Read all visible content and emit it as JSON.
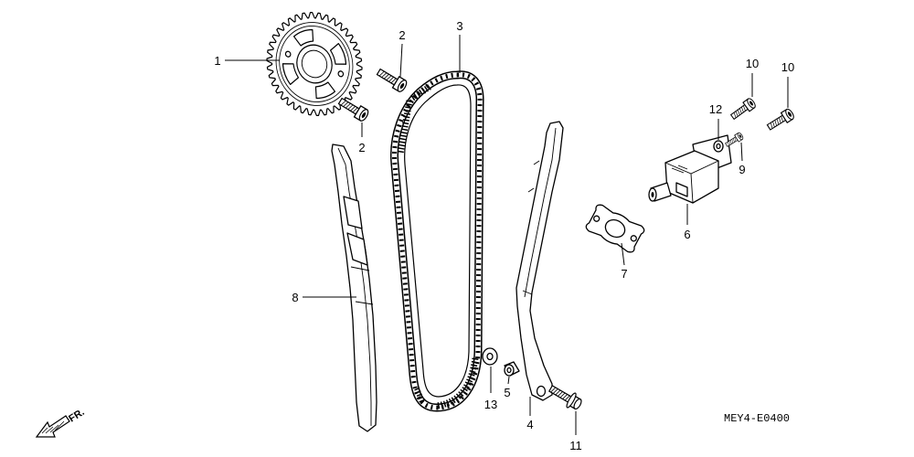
{
  "callouts": {
    "c1": "1",
    "c2a": "2",
    "c2b": "2",
    "c3": "3",
    "c4": "4",
    "c5": "5",
    "c6": "6",
    "c7": "7",
    "c8": "8",
    "c9": "9",
    "c10a": "10",
    "c10b": "10",
    "c11": "11",
    "c12": "12",
    "c13": "13"
  },
  "diagram_code": "MEY4-E0400",
  "front_marker": "FR."
}
